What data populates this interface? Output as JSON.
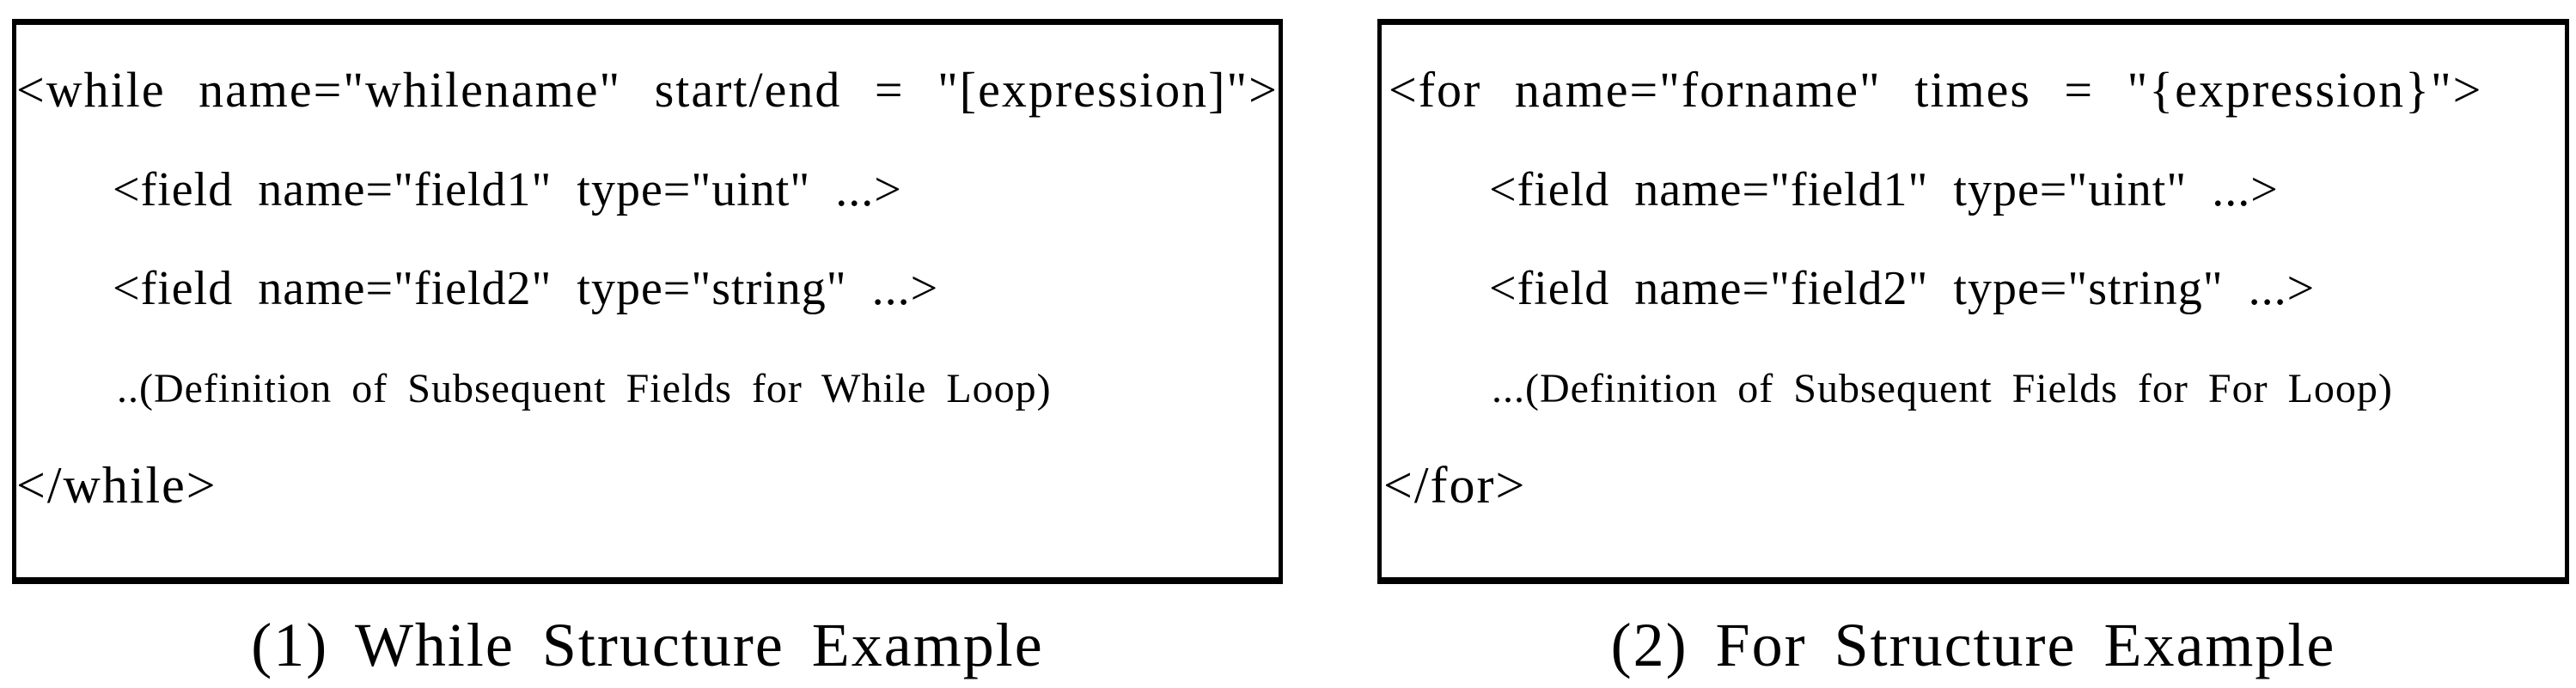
{
  "panels": [
    {
      "caption": "(1) While Structure Example",
      "lines": [
        "<while name=\"whilename\" start/end = \"[expression]\">",
        "<field name=\"field1\" type=\"uint\" ...>",
        "<field name=\"field2\" type=\"string\" ...>",
        "..(Definition of Subsequent Fields for While Loop)",
        "</while>"
      ]
    },
    {
      "caption": "(2) For Structure Example",
      "lines": [
        "<for name=\"forname\" times = \"{expression}\">",
        "<field name=\"field1\" type=\"uint\" ...>",
        "<field name=\"field2\" type=\"string\" ...>",
        "...(Definition of Subsequent Fields for For Loop)",
        "</for>"
      ]
    }
  ],
  "colors": {
    "ink": "#000000",
    "background": "#ffffff"
  }
}
